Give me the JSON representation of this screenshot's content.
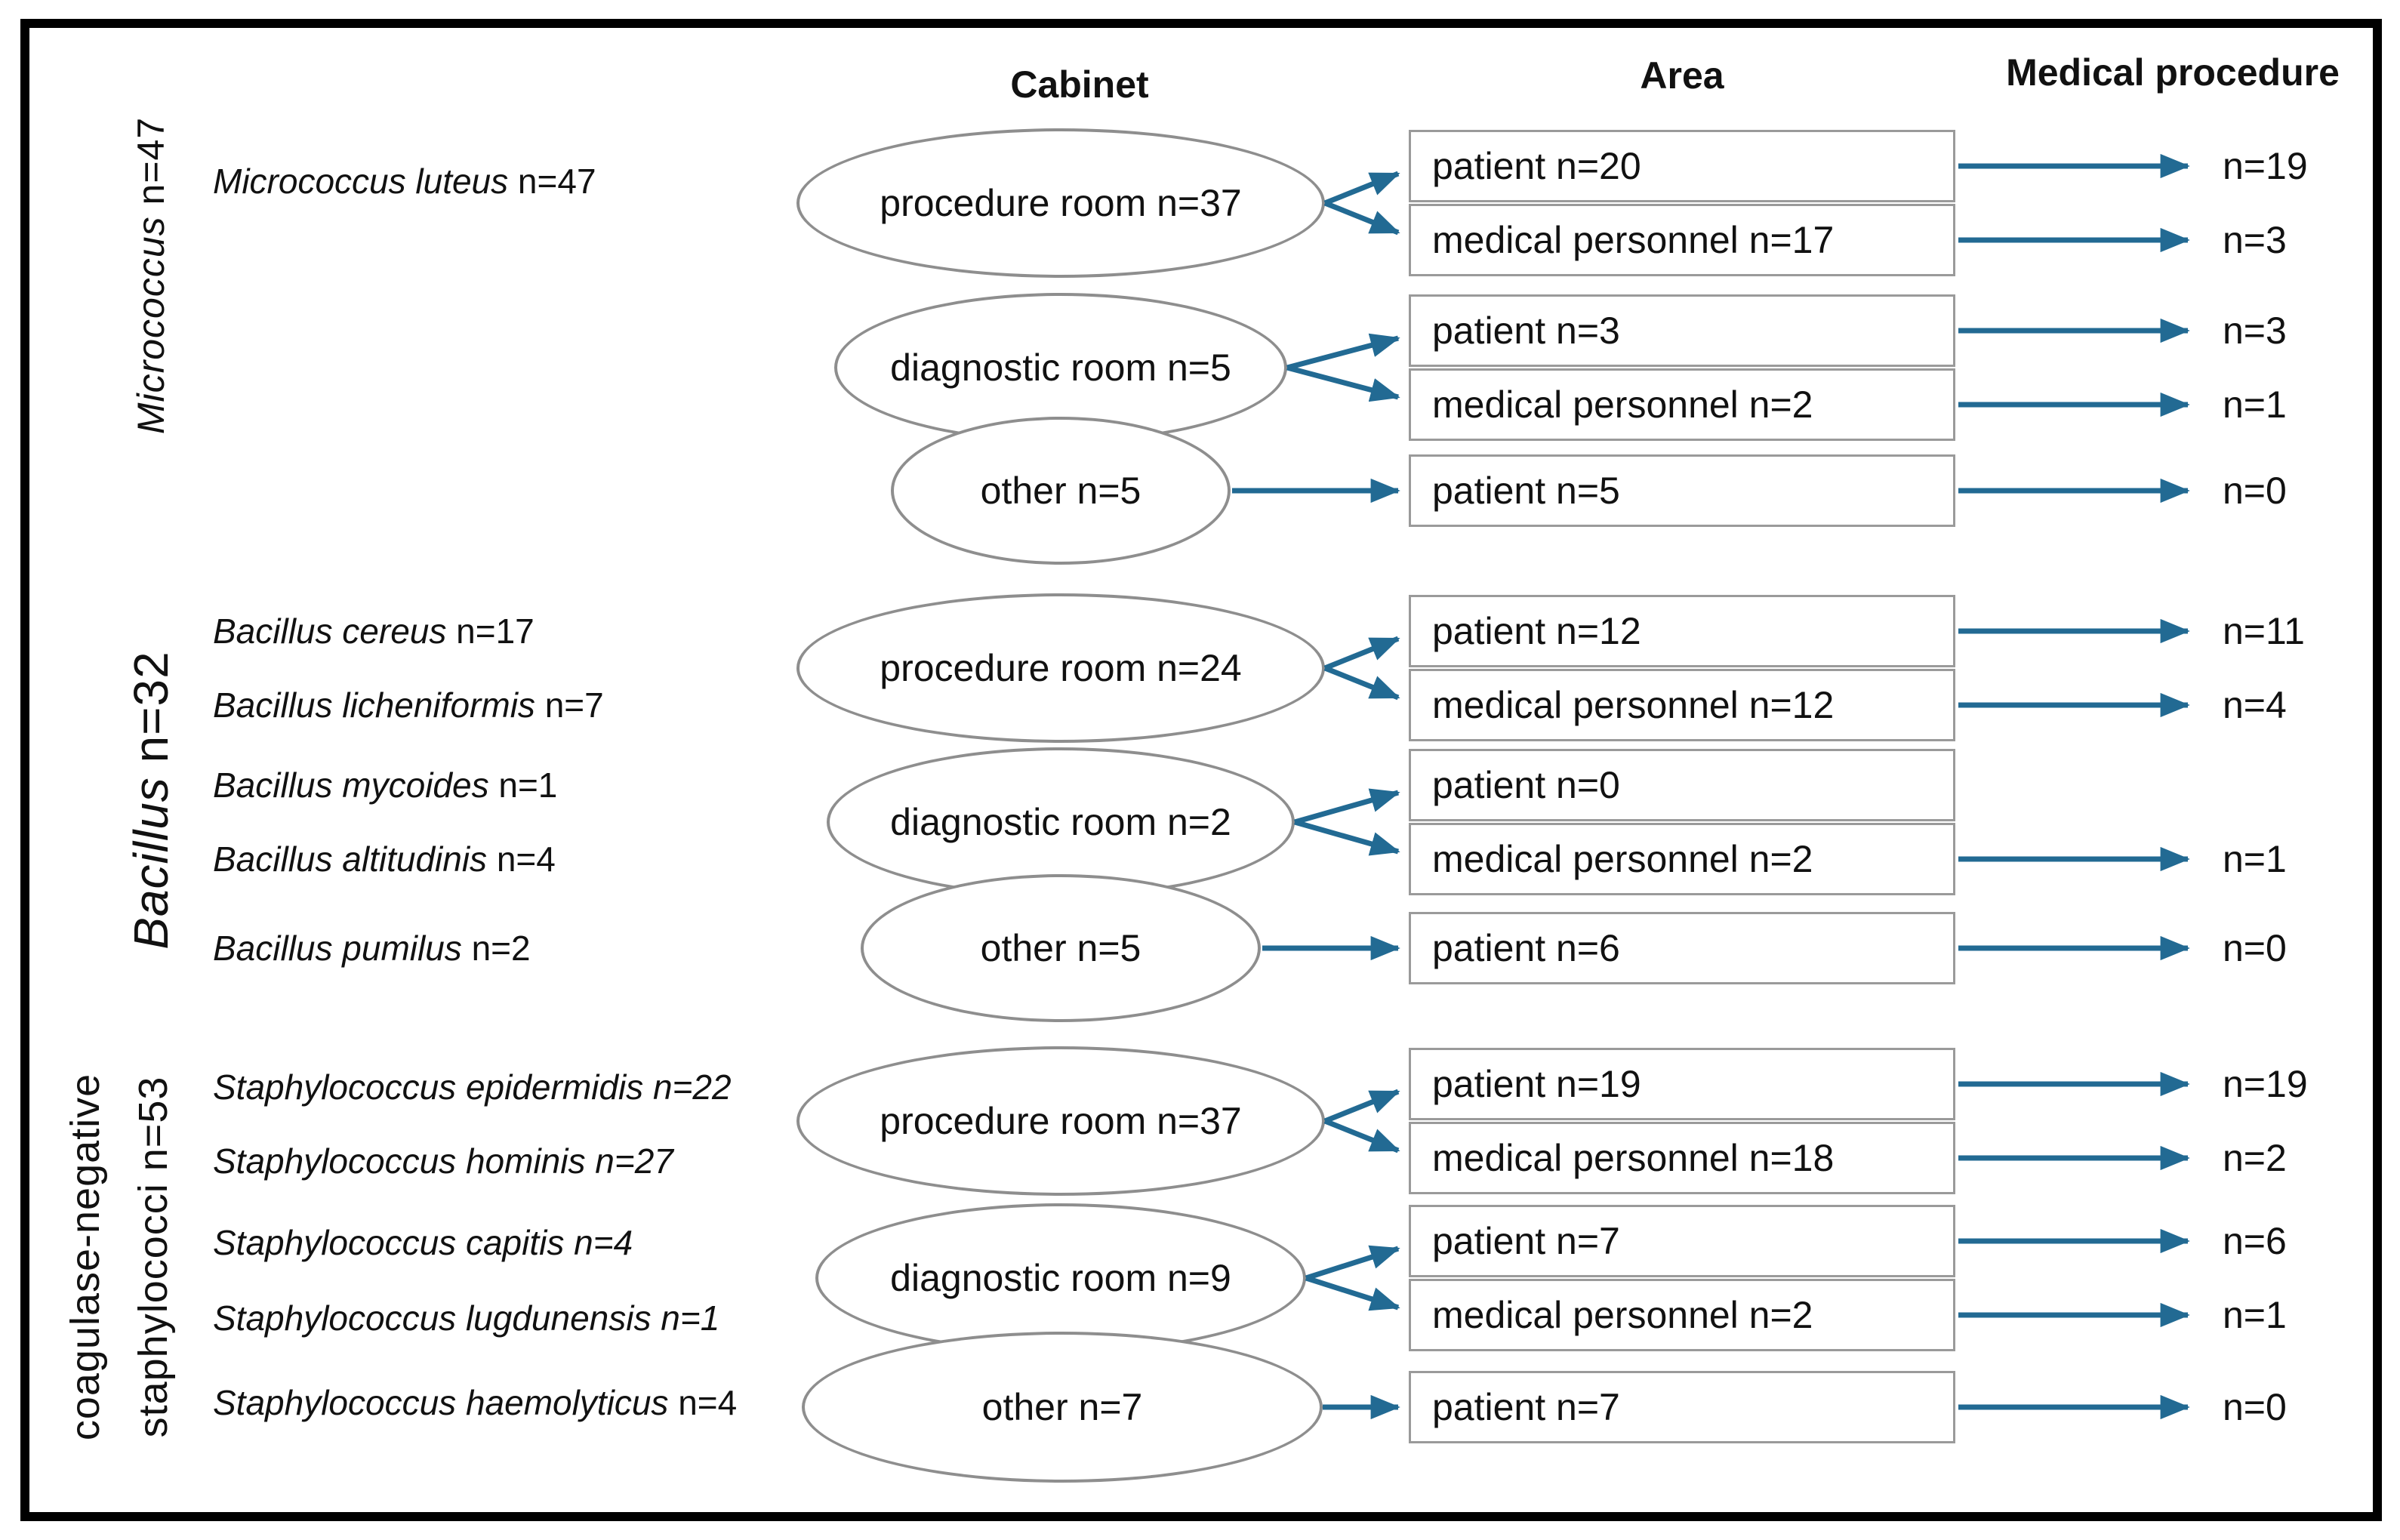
{
  "headers": {
    "cabinet": "Cabinet",
    "area": "Area",
    "procedure": "Medical procedure"
  },
  "colors": {
    "arrow": "#226a93",
    "ellipse_border": "#8e8e8e",
    "box_border": "#9a9a9a",
    "frame": "#000000",
    "text": "#111111"
  },
  "groups": [
    {
      "vlabel": {
        "em": "Micrococcus",
        "rest": " n=47"
      },
      "species": [
        {
          "italic": "Micrococcus luteus",
          "plain": " n=47"
        }
      ],
      "cabinets": [
        {
          "label": "procedure room n=37",
          "area_rows": [
            0,
            1
          ]
        },
        {
          "label": "diagnostic room n=5",
          "area_rows": [
            2,
            3
          ]
        },
        {
          "label": "other n=5",
          "area_rows": [
            4
          ]
        }
      ],
      "areas": [
        {
          "label": "patient n=20",
          "value": "n=19"
        },
        {
          "label": "medical personnel n=17",
          "value": "n=3"
        },
        {
          "label": "patient n=3",
          "value": "n=3"
        },
        {
          "label": "medical personnel n=2",
          "value": "n=1"
        },
        {
          "label": "patient n=5",
          "value": "n=0"
        }
      ]
    },
    {
      "vlabel": {
        "em": "Bacillus",
        "rest": " n=32"
      },
      "species": [
        {
          "italic": "Bacillus cereus",
          "plain": " n=17"
        },
        {
          "italic": "Bacillus licheniformis",
          "plain": " n=7"
        },
        {
          "italic": "Bacillus mycoides",
          "plain": " n=1"
        },
        {
          "italic": "Bacillus altitudinis",
          "plain": " n=4"
        },
        {
          "italic": "Bacillus pumilus",
          "plain": " n=2"
        }
      ],
      "cabinets": [
        {
          "label": "procedure room n=24",
          "area_rows": [
            0,
            1
          ]
        },
        {
          "label": "diagnostic room n=2",
          "area_rows": [
            2,
            3
          ]
        },
        {
          "label": "other n=5",
          "area_rows": [
            4
          ]
        }
      ],
      "areas": [
        {
          "label": "patient n=12",
          "value": "n=11"
        },
        {
          "label": "medical personnel n=12",
          "value": "n=4"
        },
        {
          "label": "patient n=0",
          "value": null
        },
        {
          "label": "medical personnel n=2",
          "value": "n=1"
        },
        {
          "label": "patient n=6",
          "value": "n=0"
        }
      ]
    },
    {
      "vlabel": {
        "line1": "coagulase-negative",
        "line2": "staphylococci n=53"
      },
      "species": [
        {
          "italic": "Staphylococcus epidermidis n=22",
          "plain": ""
        },
        {
          "italic": "Staphylococcus hominis n=27",
          "plain": ""
        },
        {
          "italic": "Staphylococcus capitis n=4",
          "plain": ""
        },
        {
          "italic": "Staphylococcus lugdunensis n=1",
          "plain": ""
        },
        {
          "italic": "Staphylococcus haemolyticus",
          "plain": " n=4"
        }
      ],
      "cabinets": [
        {
          "label": "procedure room n=37",
          "area_rows": [
            0,
            1
          ]
        },
        {
          "label": "diagnostic room n=9",
          "area_rows": [
            2,
            3
          ]
        },
        {
          "label": "other n=7",
          "area_rows": [
            4
          ]
        }
      ],
      "areas": [
        {
          "label": "patient n=19",
          "value": "n=19"
        },
        {
          "label": "medical personnel n=18",
          "value": "n=2"
        },
        {
          "label": "patient n=7",
          "value": "n=6"
        },
        {
          "label": "medical personnel n=2",
          "value": "n=1"
        },
        {
          "label": "patient n=7",
          "value": "n=0"
        }
      ]
    }
  ]
}
